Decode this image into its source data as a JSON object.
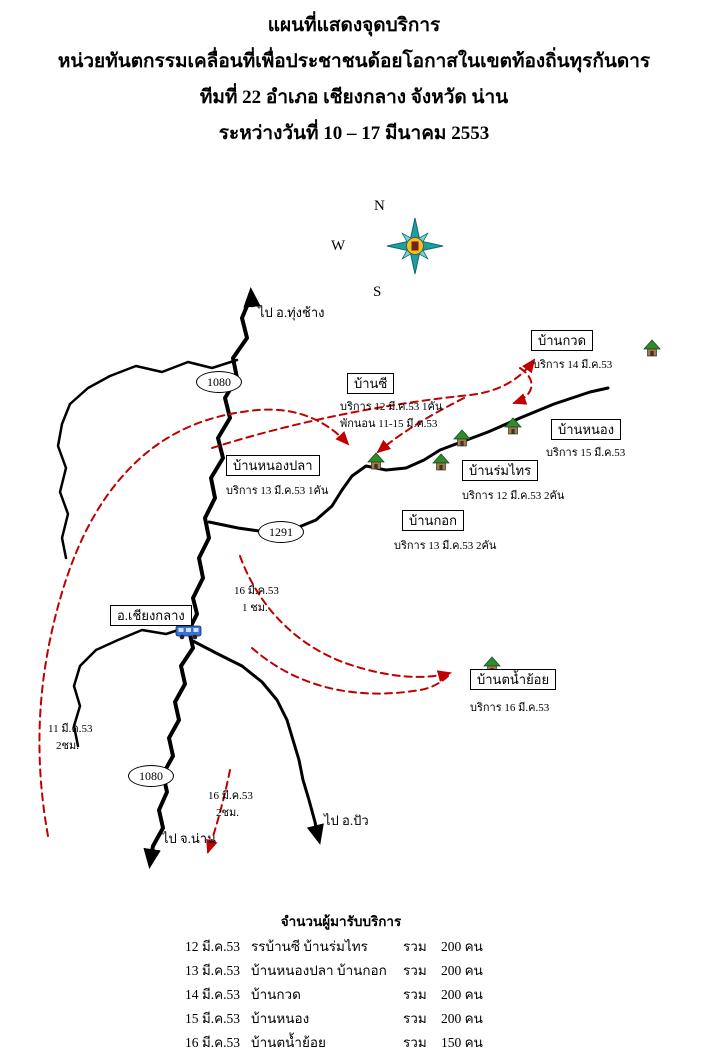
{
  "header": {
    "lines": [
      "แผนที่แสดงจุดบริการ",
      "หน่วยทันตกรรมเคลื่อนที่เพื่อประชาชนด้อยโอกาสในเขตท้องถิ่นทุรกันดาร",
      "ทีมที่ 22 อำเภอ เชียงกลาง จังหวัด น่าน",
      "ระหว่างวันที่ 10 – 17 มีนาคม 2553"
    ]
  },
  "compass": {
    "north": "N",
    "west": "W",
    "south": "S"
  },
  "map": {
    "directions": {
      "north": "ไป อ.ทุ่งช้าง",
      "south": "ไป จ.น่าน",
      "southeast": "ไป อ.ปัว"
    },
    "district_label": "อ.เชียงกลาง",
    "road_numbers": [
      "1080",
      "1291",
      "1080"
    ],
    "places": [
      {
        "name": "บ้านกวด",
        "note1": "บริการ  14 มี.ค.53"
      },
      {
        "name": "บ้านซี",
        "note1": "บริการ 12 มี.ค.53  1คัน",
        "note2": "พักนอน 11-15 มี.ค.53"
      },
      {
        "name": "บ้านหนอง",
        "note1": "บริการ 15 มี.ค.53"
      },
      {
        "name": "บ้านหนองปลา",
        "note1": "บริการ 13 มี.ค.53 1คัน"
      },
      {
        "name": "บ้านร่มไทร",
        "note1": "บริการ 12 มี.ค.53 2คัน"
      },
      {
        "name": "บ้านกอก",
        "note1": "บริการ 13 มี.ค.53 2คัน"
      },
      {
        "name": "บ้านตน้ำย้อย",
        "note1": "บริการ 16 มี.ค.53"
      }
    ],
    "route_notes": [
      {
        "line1": "16 มี.ค.53",
        "line2": "1 ชม."
      },
      {
        "line1": "11 มี.ค.53",
        "line2": "2ชม."
      },
      {
        "line1": "16 มี.ค.53",
        "line2": "2ชม."
      }
    ],
    "icons": {
      "house": "house-icon",
      "vehicle": "mobile-unit-bus-icon",
      "compass": "compass-rose-icon"
    },
    "colors": {
      "road": "#000000",
      "route": "#c00000",
      "house_green": "#2e8b2e",
      "compass_teal": "#1f9ea0",
      "compass_gold": "#f0c419"
    }
  },
  "summary": {
    "title": "จำนวนผู้มารับบริการ",
    "rows": [
      {
        "date": "12 มี.ค.53",
        "places": "รรบ้านซี บ้านร่มไทร",
        "total_label": "รวม",
        "count": "200 คน"
      },
      {
        "date": "13 มี.ค.53",
        "places": "บ้านหนองปลา บ้านกอก",
        "total_label": "รวม",
        "count": "200 คน"
      },
      {
        "date": "14 มี.ค.53",
        "places": "บ้านกวด",
        "total_label": "รวม",
        "count": "200 คน"
      },
      {
        "date": "15 มี.ค.53",
        "places": "บ้านหนอง",
        "total_label": "รวม",
        "count": "200 คน"
      },
      {
        "date": "16 มี.ค.53",
        "places": "บ้านตน้ำย้อย",
        "total_label": "รวม",
        "count": "150 คน"
      }
    ]
  }
}
